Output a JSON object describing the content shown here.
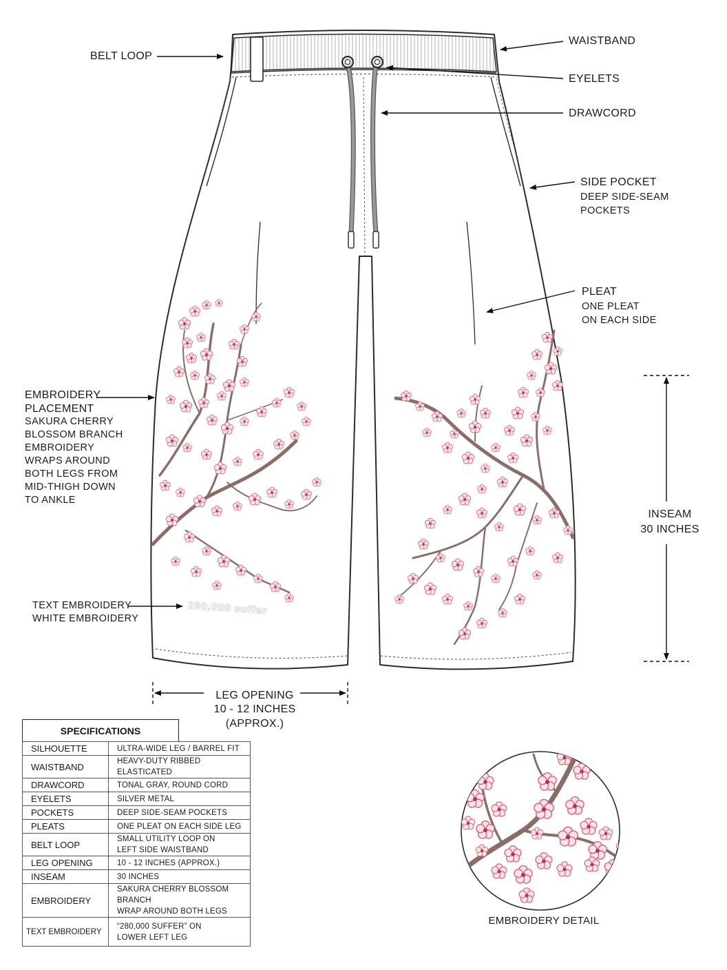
{
  "colors": {
    "outline": "#2a2a2a",
    "drawcord": "#8c8c8c",
    "branch": "#8a6e66",
    "petal_fill": "#fbe3e8",
    "petal_stroke": "#d36a80",
    "blossom_center": "#b8324f"
  },
  "callouts": {
    "belt_loop": "BELT LOOP",
    "waistband": "WAISTBAND",
    "eyelets": "EYELETS",
    "drawcord": "DRAWCORD",
    "side_pocket": "SIDE POCKET",
    "side_pocket_sub_1": "DEEP SIDE-SEAM",
    "side_pocket_sub_2": "POCKETS",
    "pleat": "PLEAT",
    "pleat_sub_1": "ONE PLEAT",
    "pleat_sub_2": "ON EACH SIDE",
    "embroidery_1": "EMBROIDERY",
    "embroidery_2": "PLACEMENT",
    "embroidery_sub": [
      "SAKURA CHERRY",
      "BLOSSOM BRANCH",
      "EMBROIDERY",
      "WRAPS AROUND",
      "BOTH LEGS FROM",
      "MID-THIGH DOWN",
      "TO ANKLE"
    ],
    "text_embroidery": "TEXT EMBROIDERY",
    "text_embroidery_sub": "WHITE EMBROIDERY",
    "embroidered_text": "280,000 suffer",
    "inseam_1": "INSEAM",
    "inseam_2": "30 INCHES",
    "leg_opening_1": "LEG OPENING",
    "leg_opening_2": "10 - 12 INCHES",
    "leg_opening_3": "(APPROX.)",
    "embroidery_detail": "EMBROIDERY DETAIL"
  },
  "specs": {
    "title": "SPECIFICATIONS",
    "rows": [
      {
        "key": "SILHOUETTE",
        "lines": [
          "ULTRA-WIDE LEG / BARREL FIT"
        ]
      },
      {
        "key": "WAISTBAND",
        "lines": [
          "HEAVY-DUTY RIBBED ELASTICATED"
        ]
      },
      {
        "key": "DRAWCORD",
        "lines": [
          "TONAL GRAY, ROUND CORD"
        ]
      },
      {
        "key": "EYELETS",
        "lines": [
          "SILVER METAL"
        ]
      },
      {
        "key": "POCKETS",
        "lines": [
          "DEEP SIDE-SEAM POCKETS"
        ]
      },
      {
        "key": "PLEATS",
        "lines": [
          "ONE PLEAT ON EACH SIDE LEG"
        ]
      },
      {
        "key": "BELT LOOP",
        "lines": [
          "SMALL UTILITY LOOP ON",
          "LEFT SIDE WAISTBAND"
        ]
      },
      {
        "key": "LEG OPENING",
        "lines": [
          "10 - 12 INCHES (APPROX.)"
        ]
      },
      {
        "key": "INSEAM",
        "lines": [
          "30 INCHES"
        ]
      },
      {
        "key": "EMBROIDERY",
        "lines": [
          "SAKURA CHERRY BLOSSOM BRANCH",
          "WRAP AROUND BOTH LEGS"
        ]
      },
      {
        "key": "TEXT EMBROIDERY",
        "lines": [
          "“280,000 SUFFER” ON",
          "LOWER LEFT LEG"
        ]
      }
    ]
  }
}
